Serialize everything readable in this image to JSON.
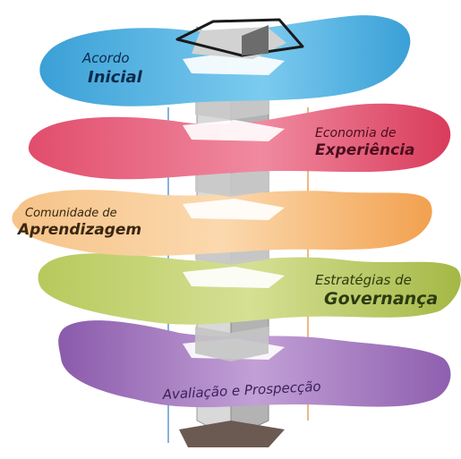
{
  "layers": [
    {
      "id": "acordo",
      "lines": [
        "Acordo",
        "Inicial"
      ],
      "color": "#6fc3ea",
      "color_dark": "#3aa0d6"
    },
    {
      "id": "economia",
      "lines": [
        "Economia de",
        "Experiência"
      ],
      "color": "#ec6f86",
      "color_dark": "#dd3f60"
    },
    {
      "id": "comunidade",
      "lines": [
        "Comunidade de",
        "Aprendizagem"
      ],
      "color": "#f8c98e",
      "color_dark": "#f2a45a"
    },
    {
      "id": "estrategias",
      "lines": [
        "Estratégias de",
        "Governança"
      ],
      "color": "#c9d77c",
      "color_dark": "#aabd4a"
    },
    {
      "id": "avaliacao",
      "lines": [
        "Avaliação e Prospecção"
      ],
      "color": "#b389c9",
      "color_dark": "#8e5fae"
    }
  ],
  "column": {
    "face_light": "#d4d4d4",
    "face_dark": "#a9a9a9",
    "top_outline": "#1a1a1a",
    "base": "#6b5a52"
  }
}
